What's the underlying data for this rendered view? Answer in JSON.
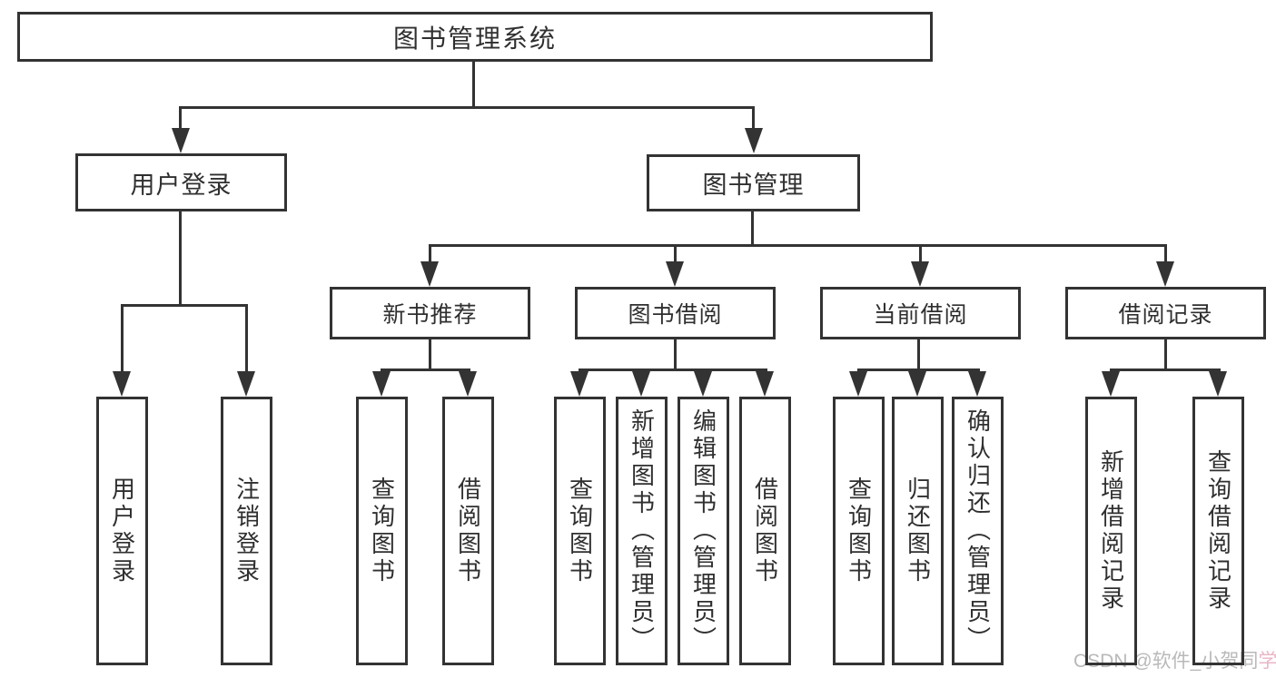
{
  "diagram": {
    "root": "图书管理系统",
    "level2": [
      {
        "label": "用户登录",
        "leaves": [
          "用户登录",
          "注销登录"
        ]
      },
      {
        "label": "图书管理"
      }
    ],
    "level3": [
      {
        "label": "新书推荐",
        "leaves": [
          "查询图书",
          "借阅图书"
        ]
      },
      {
        "label": "图书借阅",
        "leaves": [
          "查询图书",
          "新增图书（管理员）",
          "编辑图书（管理员）",
          "借阅图书"
        ]
      },
      {
        "label": "当前借阅",
        "leaves": [
          "查询图书",
          "归还图书",
          "确认归还（管理员）"
        ]
      },
      {
        "label": "借阅记录",
        "leaves": [
          "新增借阅记录",
          "查询借阅记录"
        ]
      }
    ]
  },
  "watermark": {
    "prefix": "CSDN @软件_小贺同",
    "accent": "学"
  },
  "colors": {
    "line": "#333333",
    "text": "#2f2f2f",
    "background": "#ffffff",
    "watermark": "#b9b9b9",
    "watermark_accent": "#e9b6c5"
  }
}
